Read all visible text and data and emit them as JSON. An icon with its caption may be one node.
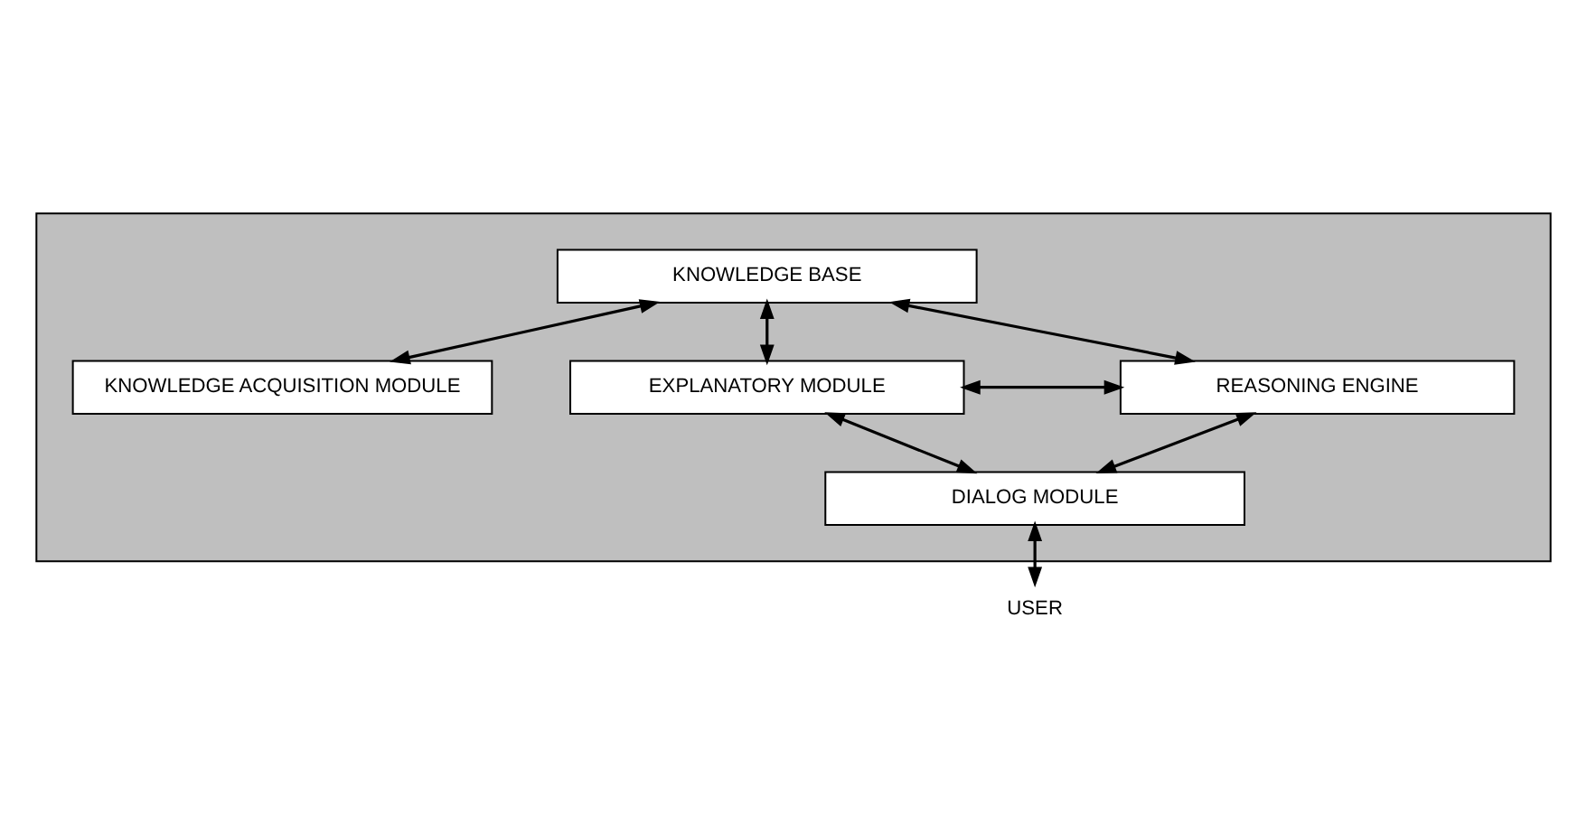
{
  "diagram": {
    "nodes": [
      {
        "text": [],
        "shape": "box"
      },
      {
        "text": [
          "KNOWLEDGE ACQUISITION MODULE"
        ],
        "in": 0
      },
      {
        "text": [
          "KNOWLEDGE BASE"
        ],
        "in": 0
      },
      {
        "text": [
          "EXPLANATORY MODULE"
        ],
        "in": 0
      },
      {
        "text": [
          "REASONING ENGINE"
        ],
        "in": 0
      },
      {
        "text": [
          "DIALOG MODULE"
        ],
        "in": 0
      },
      {
        "text": [
          "USER"
        ]
      }
    ],
    "edges": [
      {
        "from": 2,
        "to": 1,
        "arrow": "both"
      },
      {
        "from": 2,
        "to": 3,
        "arrow": "both"
      },
      {
        "from": 2,
        "to": 4,
        "arrow": "both"
      },
      {
        "from": 3,
        "to": 4,
        "arrow": "both"
      },
      {
        "from": 3,
        "to": 5,
        "arrow": "both"
      },
      {
        "from": 4,
        "to": 5,
        "arrow": "both"
      },
      {
        "from": 5,
        "to": 6,
        "arrow": "both"
      }
    ]
  }
}
